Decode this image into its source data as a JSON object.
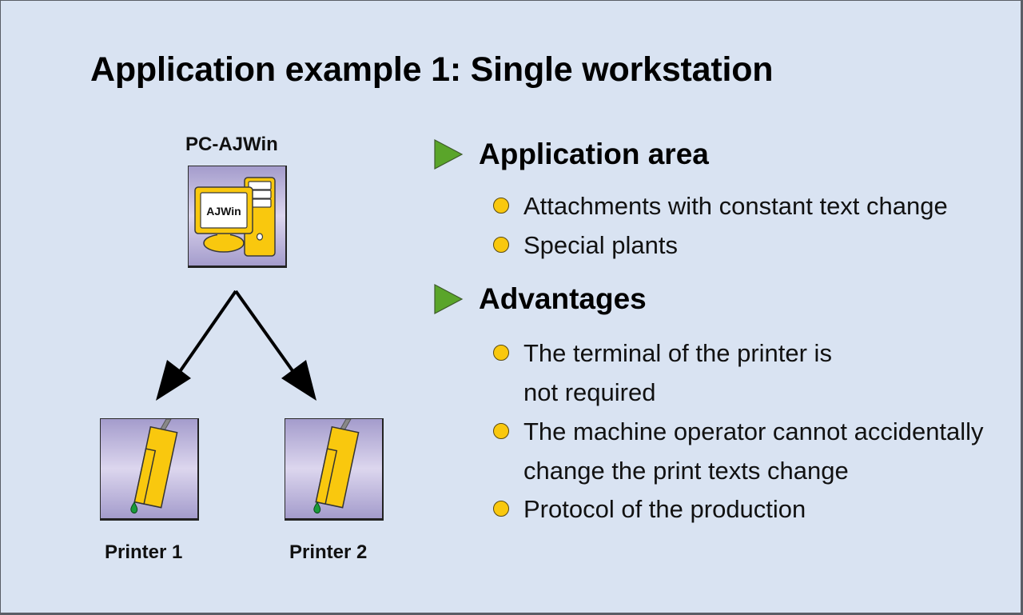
{
  "title": "Application example 1: Single workstation",
  "diagram": {
    "pc": {
      "label": "PC-AJWin",
      "screen_text": "AJWin",
      "icon": "computer-icon"
    },
    "printers": [
      {
        "label": "Printer 1",
        "icon": "inkjet-printhead-icon"
      },
      {
        "label": "Printer 2",
        "icon": "inkjet-printhead-icon"
      }
    ],
    "connector": "arrows-pc-to-printers"
  },
  "sections": [
    {
      "heading": "Application area",
      "icon": "green-triangle-bullet-icon",
      "items": [
        {
          "lines": [
            "Attachments with constant text change"
          ]
        },
        {
          "lines": [
            "Special plants"
          ]
        }
      ]
    },
    {
      "heading": "Advantages",
      "icon": "green-triangle-bullet-icon",
      "items": [
        {
          "lines": [
            "The terminal of the printer is",
            "not required"
          ]
        },
        {
          "lines": [
            "The machine operator cannot accidentally",
            "change the print texts change"
          ]
        },
        {
          "lines": [
            "Protocol of the production"
          ]
        }
      ]
    }
  ],
  "colors": {
    "background": "#d9e3f2",
    "bullet_yellow": "#f9c80e",
    "triangle_green": "#5aa52a",
    "tile_purple": "#a49ccc",
    "device_yellow": "#f9c80e",
    "ink_green": "#1a9a3a"
  }
}
